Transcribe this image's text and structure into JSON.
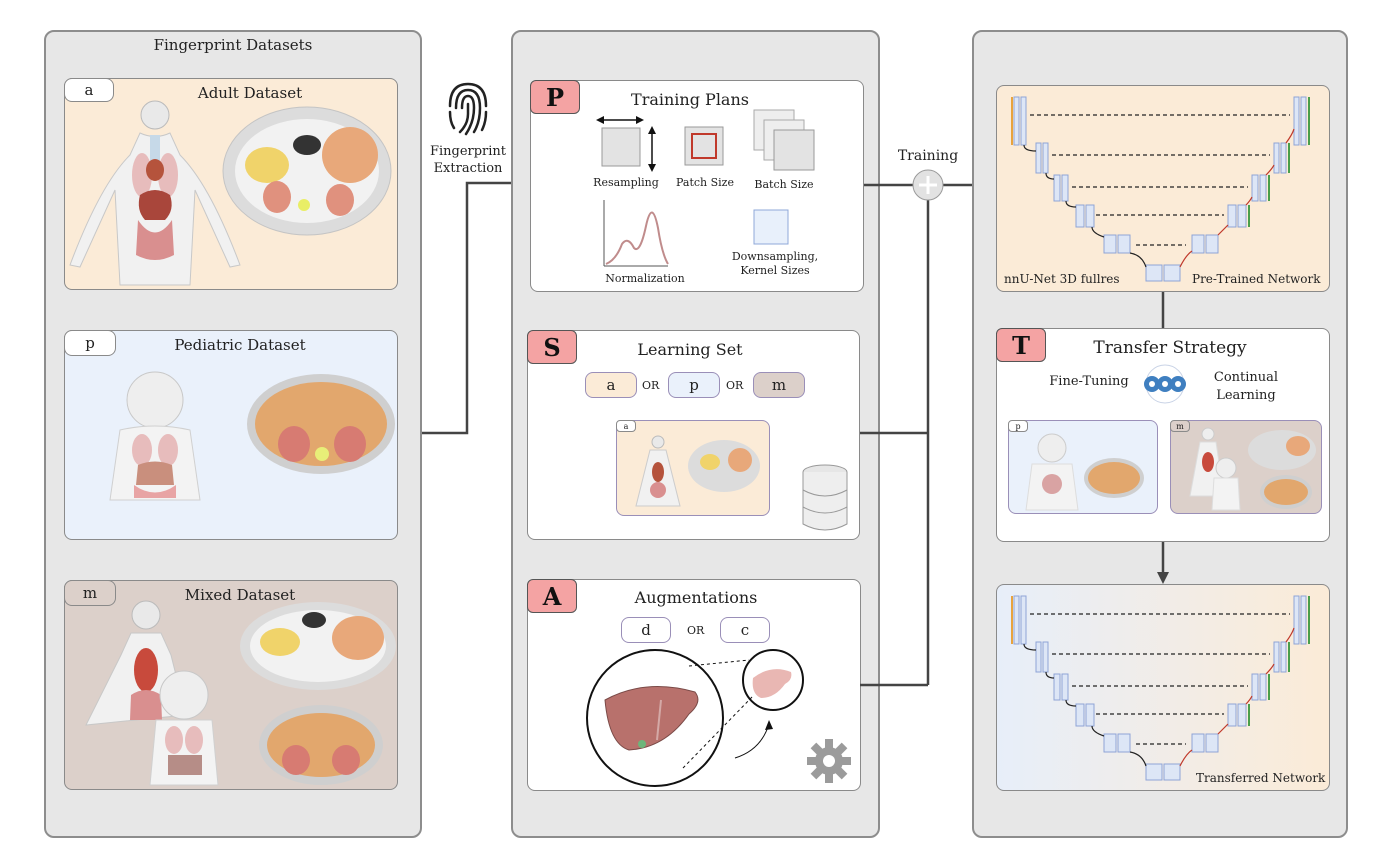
{
  "left_column": {
    "title": "Fingerprint Datasets",
    "datasets": [
      {
        "tag": "a",
        "title": "Adult Dataset",
        "bg": "#fbebd7"
      },
      {
        "tag": "p",
        "title": "Pediatric Dataset",
        "bg": "#eaf1fb"
      },
      {
        "tag": "m",
        "title": "Mixed Dataset",
        "bg": "#dcd0ca"
      }
    ]
  },
  "extraction": {
    "line1": "Fingerprint",
    "line2": "Extraction"
  },
  "middle_column": {
    "plans": {
      "letter": "P",
      "title": "Training Plans",
      "resampling": "Resampling",
      "patch_size": "Patch Size",
      "batch_size": "Batch Size",
      "normalization": "Normalization",
      "downsampling_line1": "Downsampling,",
      "downsampling_line2": "Kernel Sizes"
    },
    "learning_set": {
      "letter": "S",
      "title": "Learning Set",
      "chips": [
        "a",
        "p",
        "m"
      ],
      "or1": "OR",
      "or2": "OR",
      "preview_tag": "a"
    },
    "augmentations": {
      "letter": "A",
      "title": "Augmentations",
      "chips": [
        "d",
        "c"
      ],
      "or": "OR"
    }
  },
  "training_label": "Training",
  "right_column": {
    "network_label_left": "nnU-Net 3D fullres",
    "network_label_right": "Pre-Trained Network",
    "transfer": {
      "letter": "T",
      "title": "Transfer Strategy",
      "fine_tuning": "Fine-Tuning",
      "continual_line1": "Continual",
      "continual_line2": "Learning",
      "preview_tag_p": "p",
      "preview_tag_m": "m"
    },
    "transferred_label": "Transferred Network"
  },
  "colors": {
    "column_bg": "#e7e7e7",
    "accent_letter": "#f4a3a3",
    "adult_bg": "#fbebd7",
    "pediatric_bg": "#eaf1fb",
    "mixed_bg": "#dcd0ca",
    "unet_block": "#dde6f6"
  }
}
